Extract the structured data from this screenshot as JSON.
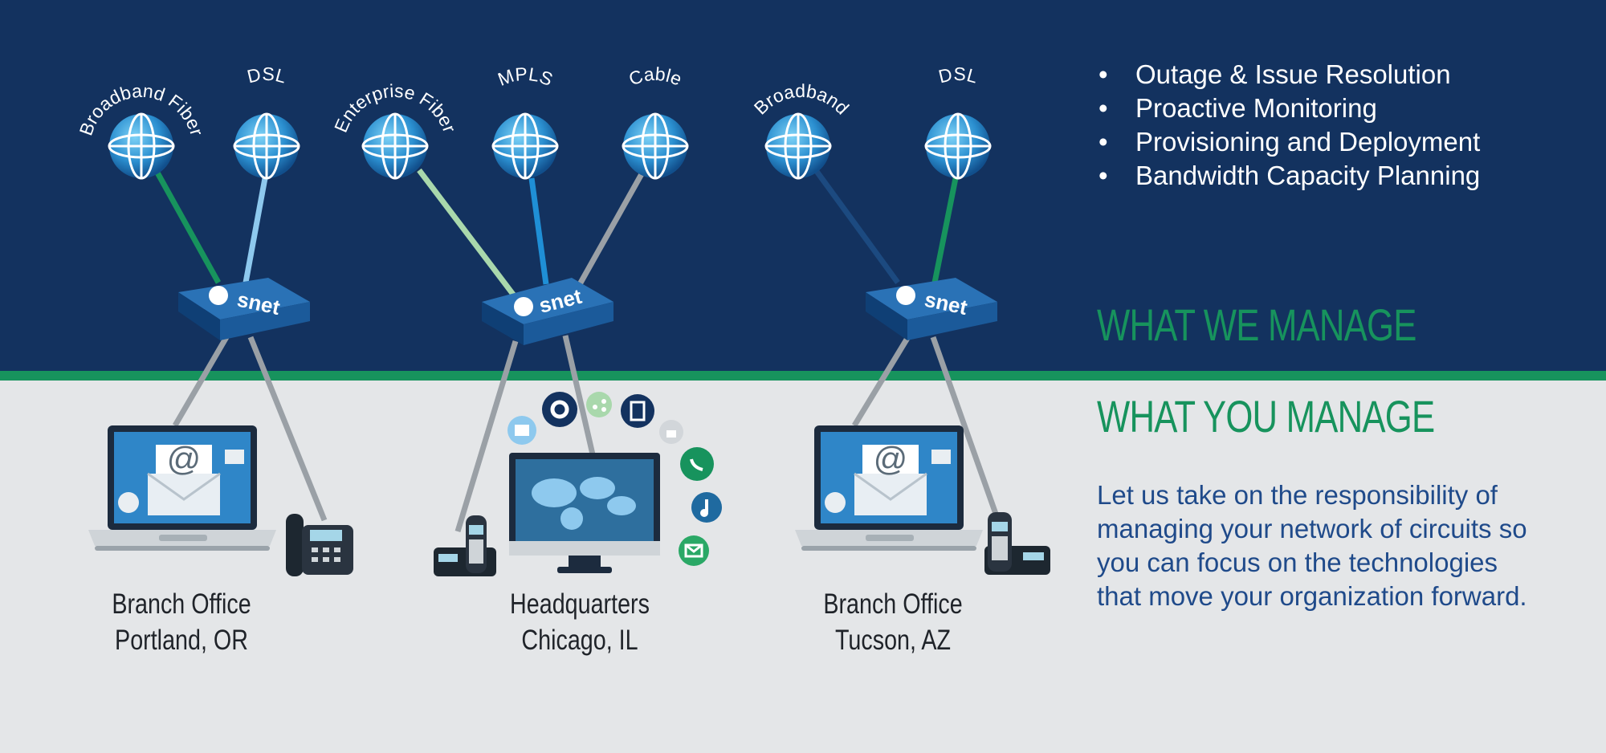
{
  "services": [
    "Outage & Issue Resolution",
    "Proactive Monitoring",
    "Provisioning and Deployment",
    "Bandwidth Capacity Planning"
  ],
  "headings": {
    "we_manage": "WHAT WE MANAGE",
    "you_manage": "WHAT YOU MANAGE"
  },
  "description": "Let us take on the responsibility of managing your network of circuits so you can focus on the technologies that move your organization forward.",
  "router_brand": "snet",
  "circuits": [
    {
      "label": "Broadband Fiber",
      "color": "#17935d"
    },
    {
      "label": "DSL",
      "color": "#8ec9ee"
    },
    {
      "label": "Enterprise Fiber",
      "color": "#a9d8ac"
    },
    {
      "label": "MPLS",
      "color": "#1f8fd6"
    },
    {
      "label": "Cable",
      "color": "#9aa0a6"
    },
    {
      "label": "Broadband",
      "color": "#1c4a80"
    },
    {
      "label": "DSL",
      "color": "#17935d"
    }
  ],
  "locations": [
    {
      "name": "Branch Office",
      "city": "Portland, OR"
    },
    {
      "name": "Headquarters",
      "city": "Chicago, IL"
    },
    {
      "name": "Branch Office",
      "city": "Tucson, AZ"
    }
  ],
  "app_icons": [
    "video-icon",
    "gear-icon",
    "share-icon",
    "document-icon",
    "lock-icon",
    "phone-icon",
    "music-icon",
    "mail-icon"
  ],
  "colors": {
    "navy": "#13325f",
    "green": "#17935d",
    "light": "#e4e6e8",
    "text_blue": "#1f4a8a"
  }
}
